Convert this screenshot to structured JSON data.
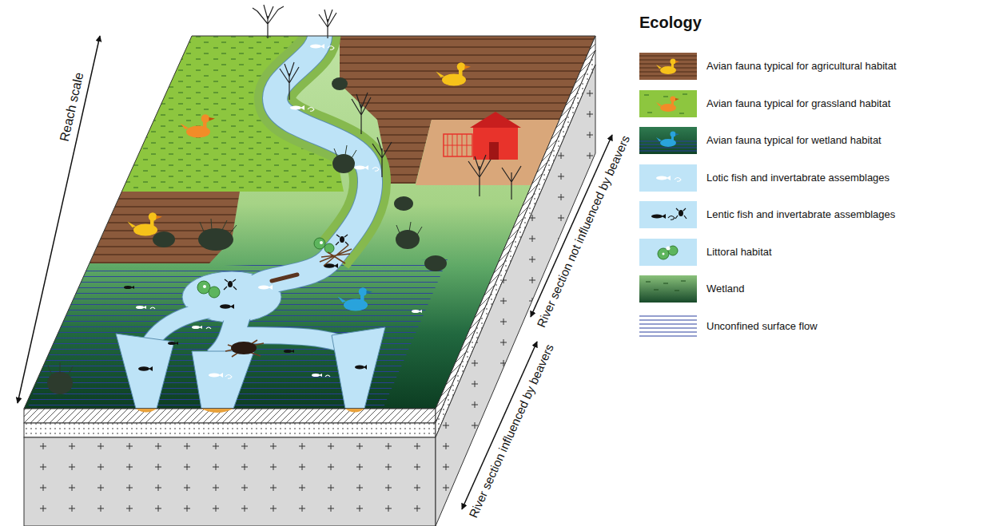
{
  "diagram": {
    "title": "Ecology",
    "labels": [
      "Reach scale",
      "River section not influenced by beavers",
      "River section influenced by beavers"
    ],
    "legend": [
      {
        "text": "Avian fauna typical for agricultural habitat",
        "color": "#8b5a3c"
      },
      {
        "text": "Avian fauna typical for grassland habitat",
        "color": "#8dc63f"
      },
      {
        "text": "Avian fauna typical for wetland habitat",
        "color": "#2f7a50"
      },
      {
        "text": "Lotic fish and invertabrate assemblages",
        "color": "#bfe4f7"
      },
      {
        "text": "Lentic fish and invertabrate assemblages",
        "color": "#bfe4f7"
      },
      {
        "text": "Littoral habitat",
        "color": "#bfe4f7"
      },
      {
        "text": "Wetland",
        "color": "#6cb064"
      },
      {
        "text": "Unconfined surface flow"
      }
    ]
  }
}
